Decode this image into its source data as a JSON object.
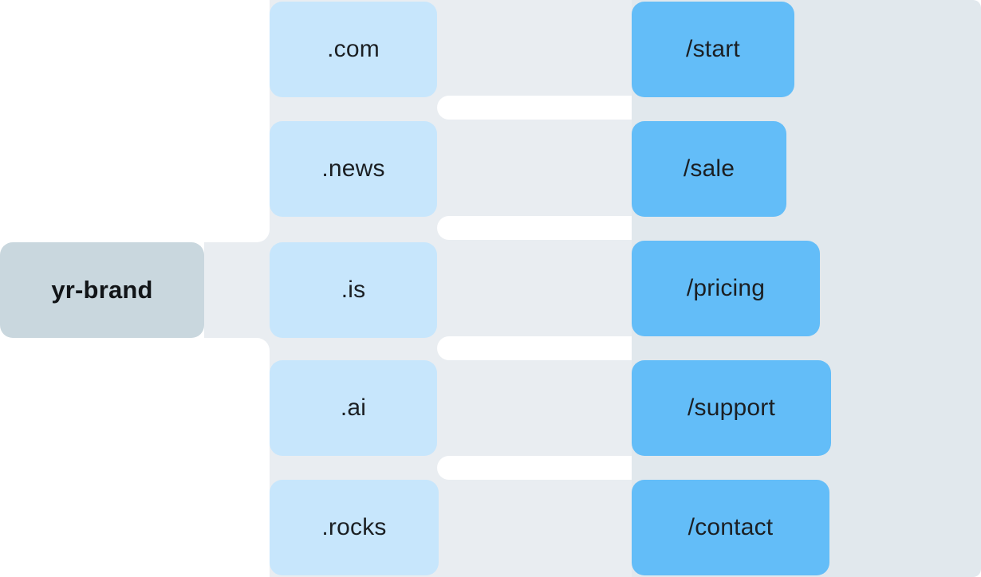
{
  "root": {
    "label": "yr-brand"
  },
  "domains": [
    ".com",
    ".news",
    ".is",
    ".ai",
    ".rocks"
  ],
  "paths": [
    "/start",
    "/sale",
    "/pricing",
    "/support",
    "/contact"
  ],
  "colors": {
    "root_fill": "#c9d7de",
    "domain_fill": "#c7e6fc",
    "path_fill": "#63bdf8",
    "band_fill": "#e9edf1",
    "right_band_fill": "#e1e8ed"
  }
}
